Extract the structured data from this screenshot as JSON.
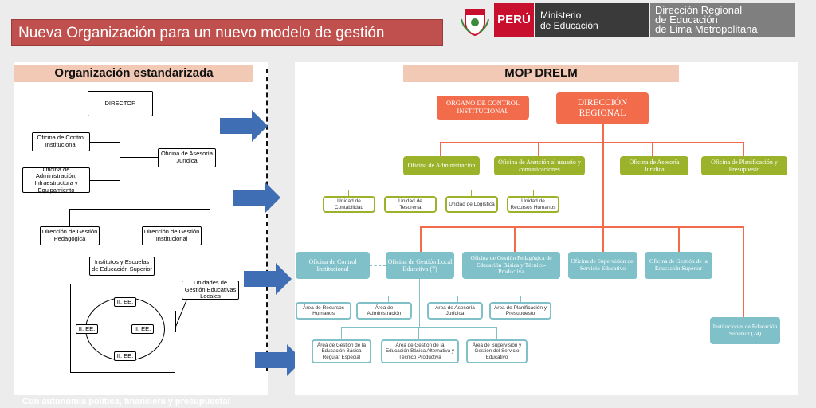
{
  "title": "Nueva Organización para un nuevo modelo de gestión",
  "header": {
    "peru": "PERÚ",
    "ministry": [
      "Ministerio",
      "de Educación"
    ],
    "regional": [
      "Dirección Regional",
      "de Educación",
      "de Lima Metropolitana"
    ]
  },
  "left": {
    "heading": "Organización estandarizada",
    "director": "DIRECTOR",
    "control": "Oficina de Control Institucional",
    "asesoria": "Oficina de Asesoría Jurídica",
    "administracion": "Oficina de Administración, Infraestructura y Equipamiento",
    "pedagogica": "Dirección de Gestión Pedagógica",
    "institucional": "Dirección de Gestión Institucional",
    "institutos": "Institutos y Escuelas de Educación Superior",
    "ugel": "Unidades de Gestión Educativas Locales",
    "ee": "II. EE."
  },
  "right": {
    "heading": "MOP DRELM",
    "direccion": "DIRECCIÓN REGIONAL",
    "control": "ÓRGANO DE CONTROL INSTITUCIONAL",
    "of_admin": "Oficina de Administración",
    "of_atencion": "Oficina de Atención al usuario y comunicaciones",
    "of_asesoria": "Oficina de Asesoría Jurídica",
    "of_planif": "Oficina de Planificación y Presupuesto",
    "u_contab": "Unidad de Contabilidad",
    "u_tesor": "Unidad de Tesorería",
    "u_logis": "Unidad de Logística",
    "u_rrhh": "Unidad de Recursos Humanos",
    "oci": "Oficina de Control Institucional",
    "ogle": "Oficina de Gestión Local Educativa (7)",
    "ogp": "Oficina de Gestión Pedagógica de Educación Básica y Técnico-Productiva",
    "osse": "Oficina de Supervisión del Servicio Educativo",
    "oges": "Oficina de Gestión de la Educación Superior",
    "a_rrhh": "Área de Recursos Humanos",
    "a_admin": "Área de Administración",
    "a_ases": "Área de Asesoría Jurídica",
    "a_plan": "Área de Planificación y Presupuesto",
    "a_ebr": "Área de Gestión de la Educación Básica Regular Especial",
    "a_eba": "Área de Gestión de la Educación Básica Alternativa y Técnico Productiva",
    "a_sup": "Área de Supervisión y Gestión del Servicio Educativo",
    "ies": "Instituciones de Educación Superior (24)"
  },
  "footer": "Con autonomía política, financiera y presupuestal",
  "colors": {
    "banner": "#c0504d",
    "orange": "#f26b4b",
    "green": "#9bb32a",
    "teal": "#7fc0c9",
    "arrow": "#3f6eb5",
    "peru_red": "#c8102e"
  }
}
